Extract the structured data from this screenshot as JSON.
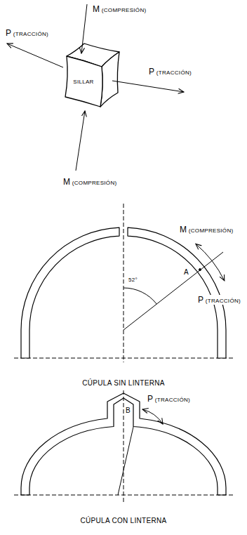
{
  "diagram": {
    "nodes": [
      {
        "text": [
          "SILLAR"
        ]
      }
    ],
    "labels": [
      "P (TRACCIÓN)",
      "M (COMPRESIÓN)",
      "P (TRACCIÓN)",
      "M (COMPRESIÓN)",
      "M (COMPRESIÓN)",
      "A",
      "52°",
      "P (TRACCIÓN)",
      "CÚPULA SIN LINTERNA",
      "P (TRACCIÓN)",
      "B",
      "CÚPULA CON LINTERNA"
    ]
  }
}
